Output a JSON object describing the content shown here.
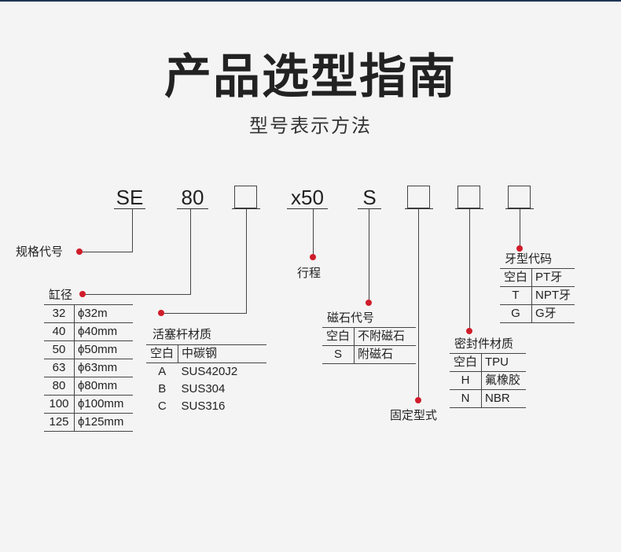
{
  "title": "产品选型指南",
  "subtitle": "型号表示方法",
  "code": {
    "series": "SE",
    "bore": "80",
    "stroke": "x50",
    "magnet": "S"
  },
  "labels": {
    "spec_code": "规格代号",
    "bore_diameter": "缸径",
    "rod_material": "活塞杆材质",
    "stroke": "行程",
    "magnet_code": "磁石代号",
    "mounting_type": "固定型式",
    "seal_material": "密封件材质",
    "thread_code": "牙型代码"
  },
  "bore_table": [
    {
      "k": "32",
      "v": "ϕ32m"
    },
    {
      "k": "40",
      "v": "ϕ40mm"
    },
    {
      "k": "50",
      "v": "ϕ50mm"
    },
    {
      "k": "63",
      "v": "ϕ63mm"
    },
    {
      "k": "80",
      "v": "ϕ80mm"
    },
    {
      "k": "100",
      "v": "ϕ100mm"
    },
    {
      "k": "125",
      "v": "ϕ125mm"
    }
  ],
  "rod_table": [
    {
      "k": "空白",
      "v": "中碳钢"
    },
    {
      "k": "A",
      "v": "SUS420J2"
    },
    {
      "k": "B",
      "v": "SUS304"
    },
    {
      "k": "C",
      "v": "SUS316"
    }
  ],
  "magnet_table": [
    {
      "k": "空白",
      "v": "不附磁石"
    },
    {
      "k": "S",
      "v": "附磁石"
    }
  ],
  "seal_table": [
    {
      "k": "空白",
      "v": "TPU"
    },
    {
      "k": "H",
      "v": "氟橡胶"
    },
    {
      "k": "N",
      "v": "NBR"
    }
  ],
  "thread_table": [
    {
      "k": "空白",
      "v": "PT牙"
    },
    {
      "k": "T",
      "v": "NPT牙"
    },
    {
      "k": "G",
      "v": "G牙"
    }
  ],
  "colors": {
    "dot": "#d01c2a",
    "top_bar": "#1f3555",
    "background": "#f4f4f4"
  }
}
